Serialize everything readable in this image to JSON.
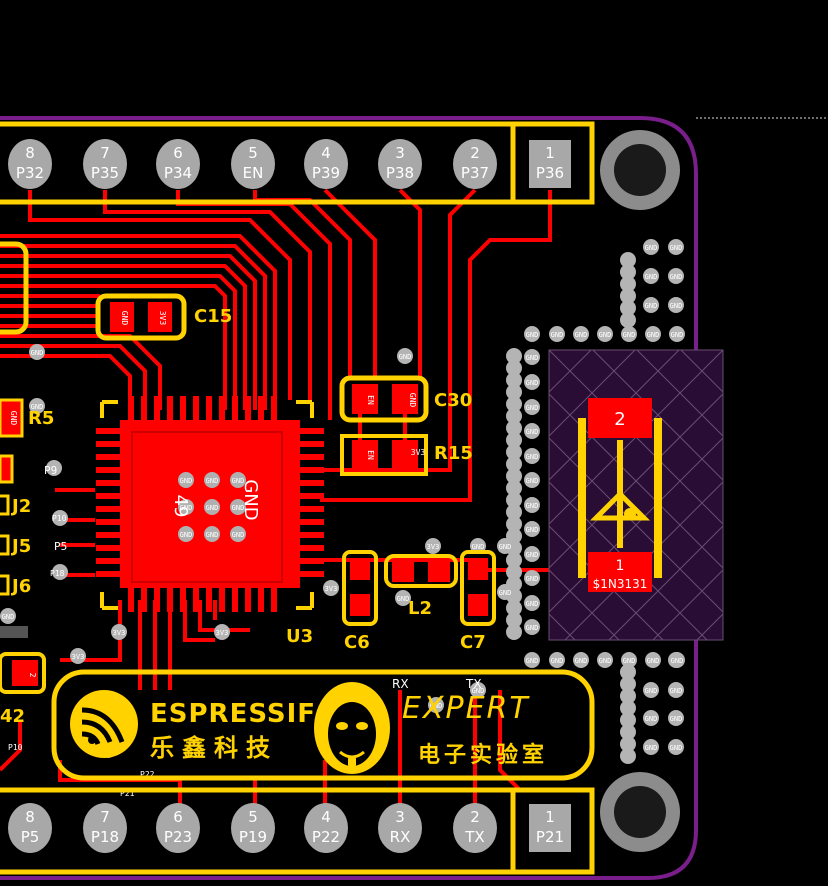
{
  "header_pins": [
    {
      "num": "8",
      "name": "P32"
    },
    {
      "num": "7",
      "name": "P35"
    },
    {
      "num": "6",
      "name": "P34"
    },
    {
      "num": "5",
      "name": "EN"
    },
    {
      "num": "4",
      "name": "P39"
    },
    {
      "num": "3",
      "name": "P38"
    },
    {
      "num": "2",
      "name": "P37"
    },
    {
      "num": "1",
      "name": "P36"
    }
  ],
  "footer_pins": [
    {
      "num": "8",
      "name": "P5"
    },
    {
      "num": "7",
      "name": "P18"
    },
    {
      "num": "6",
      "name": "P23"
    },
    {
      "num": "5",
      "name": "P19"
    },
    {
      "num": "4",
      "name": "P22"
    },
    {
      "num": "3",
      "name": "RX"
    },
    {
      "num": "2",
      "name": "TX"
    },
    {
      "num": "1",
      "name": "P21"
    }
  ],
  "designators": {
    "c15": "C15",
    "c30": "C30",
    "r15": "R15",
    "r5": "R5",
    "j2": "J2",
    "j5": "J5",
    "j6": "J6",
    "u3": "U3",
    "c6": "C6",
    "l2": "L2",
    "c7": "C7",
    "d_net": "$1N3131",
    "num42": "42"
  },
  "chip": {
    "pad_number": "49",
    "pad_net": "GND"
  },
  "pad_text": {
    "gnd": "GND",
    "v33": "3V3",
    "en": "EN",
    "p9": "P9",
    "p10": "P10",
    "p5": "P5",
    "p18": "P18",
    "p22": "P22",
    "p21": "P21",
    "rx": "RX",
    "tx": "TX",
    "one": "1",
    "two": "2"
  },
  "diode": {
    "pin2": "2",
    "pin1": "1"
  },
  "logo": {
    "brand": "ESPRESSIF",
    "brand_cn": "乐鑫科技",
    "expert": "EXPERT",
    "expert_cn": "电子实验室",
    "rx_label": "RX",
    "tx_label": "TX"
  },
  "colors": {
    "copper": "#ff0000",
    "silk": "#ffd200",
    "board": "#000000",
    "outline": "#7a1e8c",
    "via": "#b4b4b4",
    "pad": "#a8a8a8",
    "keepout": "#2a0d35"
  }
}
